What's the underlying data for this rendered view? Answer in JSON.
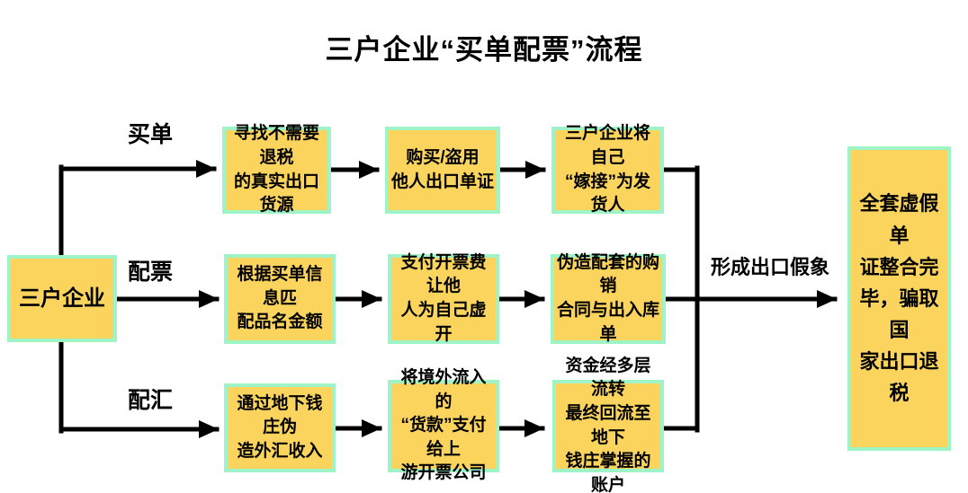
{
  "title": "三户企业“买单配票”流程",
  "colors": {
    "box_fill": "#FBD45E",
    "box_border": "#9EF4C7",
    "arrow": "#000000",
    "bg": "#FFFFFF"
  },
  "source": {
    "label": "三户企业"
  },
  "rows": [
    {
      "label": "买单",
      "steps": [
        "寻找不需要退税\n的真实出口货源",
        "购买/盗用\n他人出口单证",
        "三户企业将自己\n“嫁接”为发货人"
      ]
    },
    {
      "label": "配票",
      "steps": [
        "根据买单信息匹\n配品名金额",
        "支付开票费让他\n人为自己虚开",
        "伪造配套的购销\n合同与出入库单"
      ]
    },
    {
      "label": "配汇",
      "steps": [
        "通过地下钱庄伪\n造外汇收入",
        "将境外流入的\n“货款”支付给上\n游开票公司",
        "资金经多层流转\n最终回流至地下\n钱庄掌握的账户"
      ]
    }
  ],
  "merge_label": "形成出口假象",
  "result": {
    "label": "全套虚假单\n证整合完\n毕，骗取国\n家出口退税"
  },
  "icons": {
    "arrowhead": "black-triangle-arrowhead"
  }
}
